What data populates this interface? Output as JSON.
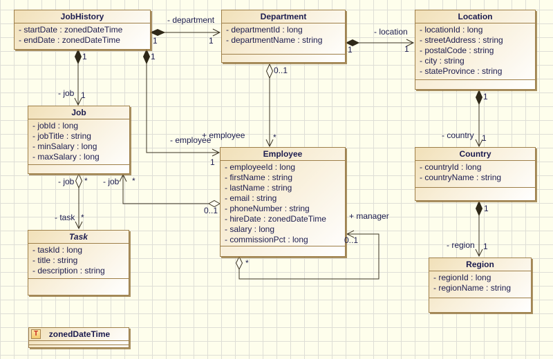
{
  "colors": {
    "canvas_bg": "#FEFEEC",
    "grid_line": "#DEDED6",
    "box_fill_start": "#F1E0B8",
    "box_fill_end": "#FFFFFF",
    "box_border": "#9D7E48",
    "text": "#1B1B4E",
    "edge_line": "#3A3222",
    "datatype_icon_letter": "#C8251D"
  },
  "classes": {
    "jobHistory": {
      "name": "JobHistory",
      "attributes": [
        "- startDate : zonedDateTime",
        "- endDate : zonedDateTime"
      ]
    },
    "department": {
      "name": "Department",
      "attributes": [
        "- departmentId : long",
        "- departmentName : string"
      ]
    },
    "location": {
      "name": "Location",
      "attributes": [
        "- locationId : long",
        "- streetAddress : string",
        "- postalCode : string",
        "- city : string",
        "- stateProvince : string"
      ]
    },
    "job": {
      "name": "Job",
      "attributes": [
        "- jobId : long",
        "- jobTitle : string",
        "- minSalary : long",
        "- maxSalary : long"
      ]
    },
    "employee": {
      "name": "Employee",
      "attributes": [
        "- employeeId : long",
        "- firstName : string",
        "- lastName : string",
        "- email : string",
        "- phoneNumber : string",
        "- hireDate : zonedDateTime",
        "- salary : long",
        "- commissionPct : long"
      ]
    },
    "country": {
      "name": "Country",
      "attributes": [
        "- countryId : long",
        "- countryName : string"
      ]
    },
    "task": {
      "name": "Task",
      "abstract": true,
      "attributes": [
        "- taskId : long",
        "- title : string",
        "- description : string"
      ]
    },
    "region": {
      "name": "Region",
      "attributes": [
        "- regionId : long",
        "- regionName : string"
      ]
    }
  },
  "datatype": {
    "name": "zonedDateTime",
    "icon": "T"
  },
  "associations": [
    {
      "from": "JobHistory",
      "to": "Department",
      "type": "composition",
      "role": "- department",
      "source_mult": "1",
      "target_mult": "1"
    },
    {
      "from": "JobHistory",
      "to": "Job",
      "type": "composition",
      "role": "- job",
      "source_mult": "1",
      "target_mult": "1"
    },
    {
      "from": "JobHistory",
      "to": "Employee",
      "type": "composition",
      "role": "- employee",
      "source_mult": "1",
      "target_mult": "1"
    },
    {
      "from": "Department",
      "to": "Employee",
      "type": "aggregation",
      "role": "+ employee",
      "source_mult": "0..1",
      "target_mult": "*"
    },
    {
      "from": "Department",
      "to": "Location",
      "type": "composition",
      "role": "- location",
      "source_mult": "1",
      "target_mult": "1"
    },
    {
      "from": "Location",
      "to": "Country",
      "type": "composition",
      "role": "- country",
      "source_mult": "1",
      "target_mult": "1"
    },
    {
      "from": "Country",
      "to": "Region",
      "type": "composition",
      "role": "- region",
      "source_mult": "1",
      "target_mult": "1"
    },
    {
      "from": "Job",
      "to": "Task",
      "type": "aggregation",
      "source_role": "- job",
      "source_mult": "*",
      "role": "- task",
      "target_mult": "*"
    },
    {
      "from": "Employee",
      "to": "Job",
      "type": "aggregation",
      "source_mult": "0..1",
      "role": "- job",
      "target_mult": "*"
    },
    {
      "from": "Employee",
      "to": "Employee",
      "type": "aggregation",
      "source_mult": "*",
      "role": "+ manager",
      "target_mult": "0..1"
    }
  ]
}
